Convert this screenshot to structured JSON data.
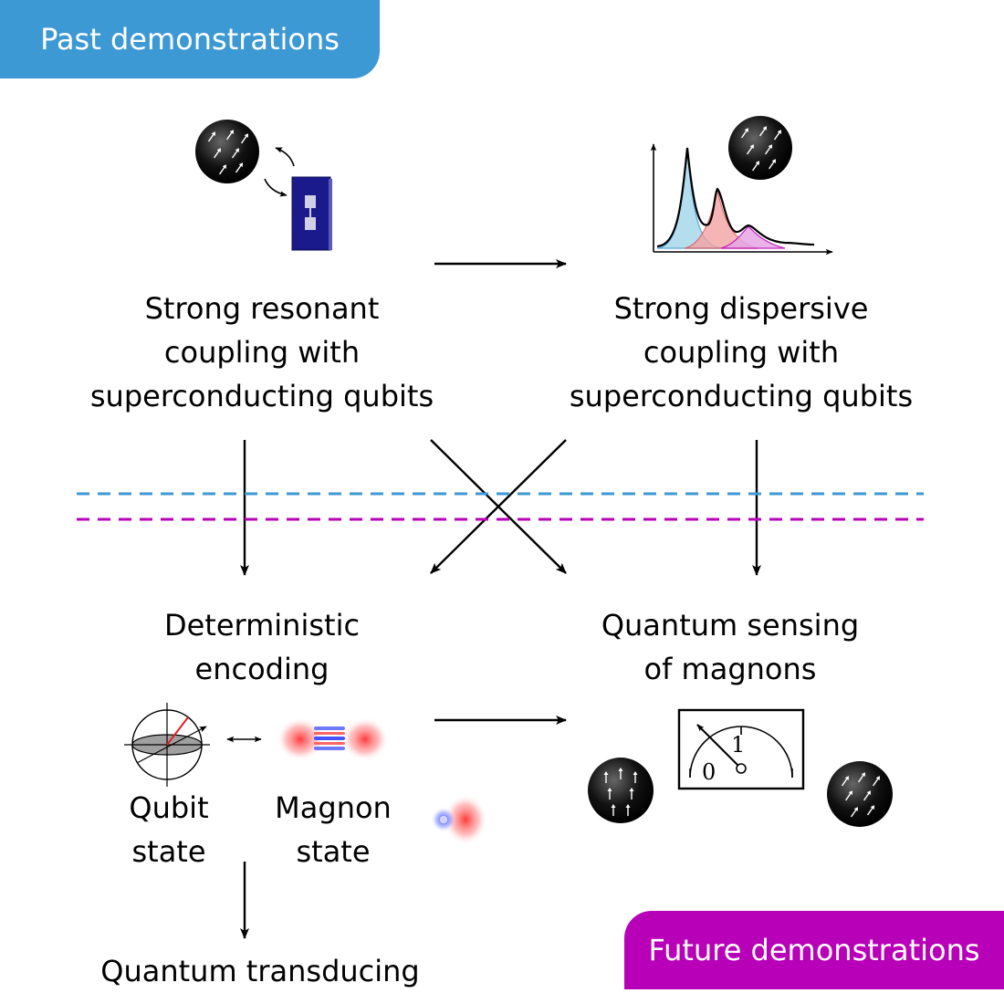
{
  "badges": {
    "past": "Past demonstrations",
    "future": "Future demonstrations"
  },
  "nodes": {
    "resonant": "Strong resonant\ncoupling with\nsuperconducting qubits",
    "dispersive": "Strong dispersive\ncoupling with\nsuperconducting qubits",
    "deterministic": "Deterministic\nencoding",
    "sensing": "Quantum sensing\nof magnons",
    "transducing": "Quantum transducing"
  },
  "sublabels": {
    "qubit": "Qubit\nstate",
    "magnon": "Magnon\nstate"
  },
  "meter": {
    "tick_zero": "0",
    "tick_one": "1"
  },
  "icons": [
    "magnet-sphere-icon",
    "superconducting-qubit-chip-icon",
    "spectrum-peaks-icon",
    "bloch-sphere-icon",
    "wigner-function-icon",
    "meter-icon"
  ],
  "colors": {
    "past": "#3d99d3",
    "future": "#b800b8",
    "chip": "#1a1a8c",
    "peak_blue": "#a8d8ea",
    "peak_red": "#f5a3a3",
    "peak_purple": "#d77ed7"
  }
}
